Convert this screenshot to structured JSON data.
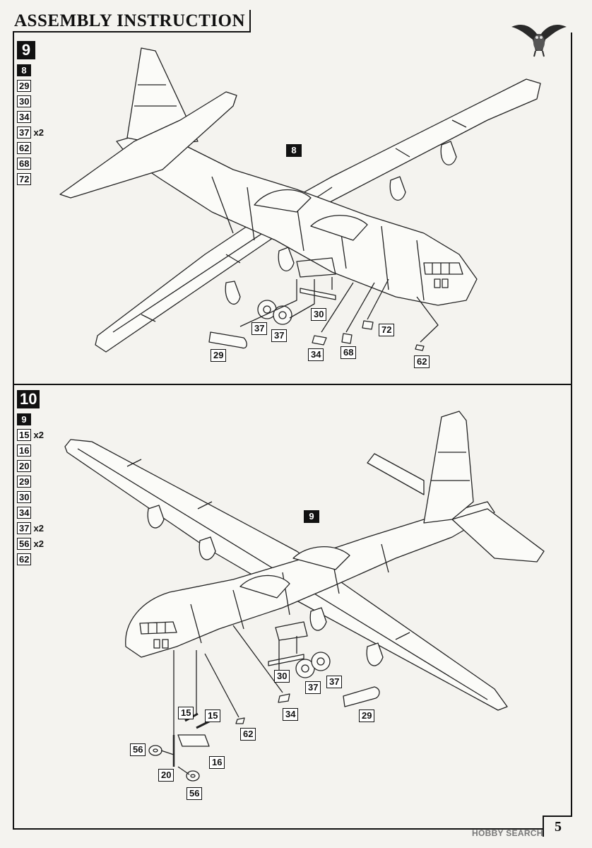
{
  "header": {
    "title": "ASSEMBLY INSTRUCTION"
  },
  "page_number": "5",
  "watermark": "HOBBY SEARCH",
  "step9": {
    "step_label": "9",
    "base_label": "8",
    "parts": [
      {
        "num": "29",
        "qty": ""
      },
      {
        "num": "30",
        "qty": ""
      },
      {
        "num": "34",
        "qty": ""
      },
      {
        "num": "37",
        "qty": "x2"
      },
      {
        "num": "62",
        "qty": ""
      },
      {
        "num": "68",
        "qty": ""
      },
      {
        "num": "72",
        "qty": ""
      }
    ],
    "callouts": {
      "assembly": "8",
      "c30": "30",
      "c37a": "37",
      "c37b": "37",
      "c72": "72",
      "c29": "29",
      "c34": "34",
      "c68": "68",
      "c62": "62"
    }
  },
  "step10": {
    "step_label": "10",
    "base_label": "9",
    "parts": [
      {
        "num": "15",
        "qty": "x2"
      },
      {
        "num": "16",
        "qty": ""
      },
      {
        "num": "20",
        "qty": ""
      },
      {
        "num": "29",
        "qty": ""
      },
      {
        "num": "30",
        "qty": ""
      },
      {
        "num": "34",
        "qty": ""
      },
      {
        "num": "37",
        "qty": "x2"
      },
      {
        "num": "56",
        "qty": "x2"
      },
      {
        "num": "62",
        "qty": ""
      }
    ],
    "callouts": {
      "assembly": "9",
      "c30": "30",
      "c37a": "37",
      "c37b": "37",
      "c29": "29",
      "c34": "34",
      "c62": "62",
      "c15a": "15",
      "c15b": "15",
      "c16": "16",
      "c56a": "56",
      "c56b": "56",
      "c20": "20"
    }
  }
}
